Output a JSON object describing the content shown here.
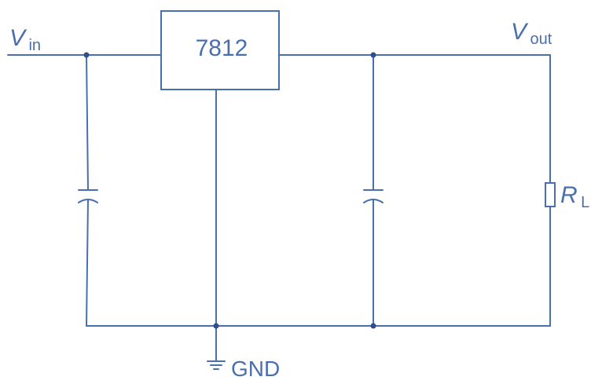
{
  "regulator": {
    "label": "7812"
  },
  "input": {
    "symbol": "V",
    "subscript": "in"
  },
  "output": {
    "symbol": "V",
    "subscript": "out"
  },
  "load": {
    "symbol": "R",
    "subscript": "L"
  },
  "ground": {
    "label": "GND"
  },
  "colors": {
    "wire": "#4a6fae",
    "junction": "#2f4f8a"
  },
  "icons": {
    "input_capacitor": "capacitor-icon",
    "output_capacitor": "capacitor-icon",
    "load_resistor": "resistor-icon",
    "ground_symbol": "ground-icon"
  }
}
